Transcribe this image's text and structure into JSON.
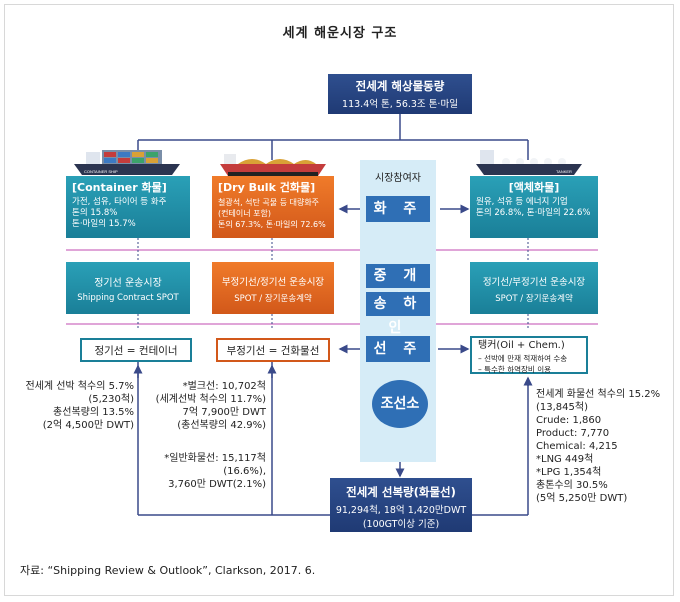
{
  "title": "세계 해운시장 구조",
  "top_box": {
    "line1": "전세계 해상물동량",
    "line2": "113.4억 톤, 56.3조 톤·마일"
  },
  "market_header": "시장참여자",
  "cargo_owner": "화 주",
  "broker_line1": "중 개 인",
  "broker_line2": "송 하 인",
  "shipowner": "선 주",
  "shipbuilding": "조선소",
  "container": {
    "ship_label": "CONTAINER SHIP",
    "title": "[Container 화물]",
    "lines": [
      "가전, 섬유, 타이어 등 화주",
      "톤의 15.8%",
      "톤·마일의 15.7%"
    ],
    "market_line1": "정기선 운송시장",
    "market_line2": "Shipping Contract SPOT",
    "type": "정기선 = 컨테이너",
    "stats": [
      "전세계 선박 척수의 5.7%",
      "(5,230척)",
      "총선복량의 13.5%",
      "(2억 4,500만 DWT)"
    ]
  },
  "bulk": {
    "title": "[Dry Bulk 건화물]",
    "lines": [
      "철광석, 석탄 곡물 등 대량화주",
      "(컨테이너 포함)",
      "톤의 67.3%, 톤·마일의 72.6%"
    ],
    "market_line1": "부정기선/정기선 운송시장",
    "market_line2": "SPOT / 장기운송계약",
    "type": "부정기선 = 건화물선",
    "stats1": [
      "*벌크선: 10,702척",
      "(세계선박 척수의 11.7%)",
      "7억 7,900만 DWT",
      "(총선복량의 42.9%)"
    ],
    "stats2": [
      "*일반화물선: 15,117척",
      "(16.6%),",
      "3,760만 DWT(2.1%)"
    ]
  },
  "liquid": {
    "ship_label": "TANKER",
    "title": "[액체화물]",
    "lines": [
      "원유, 석유 등 에너지 기업",
      "톤의 26.8%, 톤·마일의 22.6%"
    ],
    "market_line1": "정기선/부정기선 운송시장",
    "market_line2": "SPOT / 장기운송계약",
    "type": "탱커(Oil + Chem.)",
    "type_notes": [
      "– 선박에 만재 적재하여 수송",
      "– 특수한 하역장비 이용"
    ],
    "stats": [
      "전세계 화물선 척수의 15.2%",
      "(13,845척)",
      "Crude: 1,860",
      "Product: 7,770",
      "Chemical: 4,215",
      "*LNG 449척",
      "*LPG 1,354척",
      "총톤수의 30.5%",
      "(5억 5,250만 DWT)"
    ]
  },
  "bottom_box": {
    "line1": "전세계 선복량(화물선)",
    "line2": "91,294척, 18억 1,420만DWT",
    "line3": "(100GT이상 기준)"
  },
  "source": "자료: “Shipping Review & Outlook”, Clarkson, 2017. 6.",
  "colors": {
    "navy": "#1f3a74",
    "teal": "#1a7f98",
    "orange": "#d2581a",
    "band": "#d6ecf7",
    "blue": "#2f6fb5",
    "line": "#3a4a8a",
    "divider": "#c24bb0"
  }
}
